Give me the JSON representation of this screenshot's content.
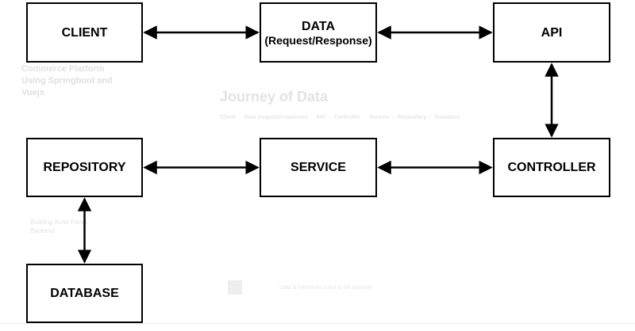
{
  "background": {
    "heading": "Journey of Data",
    "sidebar_title": "Commerce Platform Using Springboot and Vuejs",
    "sidebar_item": "Building Aumi Panel, Backend",
    "journey_line": "Client → Data (request/response) → API → Controller → Service → Repository → Database",
    "footer_note": "Data & Interfaces used in the browser"
  },
  "nodes": {
    "client": {
      "label": "CLIENT"
    },
    "data": {
      "label": "DATA",
      "sublabel": "(Request/Response)"
    },
    "api": {
      "label": "API"
    },
    "repository": {
      "label": "REPOSITORY"
    },
    "service": {
      "label": "SERVICE"
    },
    "controller": {
      "label": "CONTROLLER"
    },
    "database": {
      "label": "DATABASE"
    }
  },
  "edges": [
    {
      "from": "client",
      "to": "data",
      "direction": "both"
    },
    {
      "from": "data",
      "to": "api",
      "direction": "both"
    },
    {
      "from": "api",
      "to": "controller",
      "direction": "both"
    },
    {
      "from": "controller",
      "to": "service",
      "direction": "both"
    },
    {
      "from": "service",
      "to": "repository",
      "direction": "both"
    },
    {
      "from": "repository",
      "to": "database",
      "direction": "both"
    }
  ],
  "colors": {
    "stroke": "#000000",
    "fill": "#ffffff"
  }
}
